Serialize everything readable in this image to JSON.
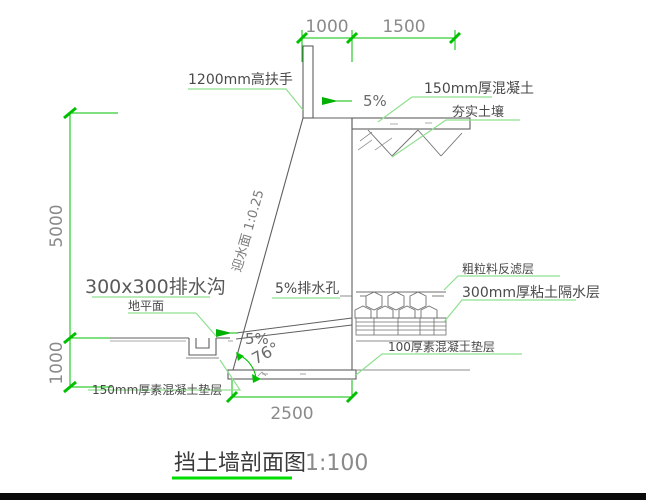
{
  "drawing": {
    "title": "挡土墙剖面图",
    "scale": "1:100",
    "dimensions": {
      "top_left_span": "1000",
      "top_right_span": "1500",
      "left_upper": "5000",
      "left_lower": "1000",
      "bottom_width": "2500"
    },
    "annotations": {
      "handrail": "1200mm高扶手",
      "top_slope": "5%",
      "concrete_top": "150mm厚混凝土",
      "compacted_soil": "夯实土壤",
      "slope_ratio": "迎水面 1:0.25",
      "drain_ditch": "300x300排水沟",
      "ground_level": "地平面",
      "weep_hole": "5%排水孔",
      "inner_slope": "5%",
      "filter_layer": "粗粒料反滤层",
      "clay_layer": "300mm厚粘土隔水层",
      "footing_cushion": "100厚素混凝土垫层",
      "ditch_cushion": "150mm厚素混凝土垫层",
      "angle": "76°"
    },
    "colors": {
      "dimension_green": "#00c000",
      "leader_green": "#7fdc7f",
      "line_gray": "#6a6a6a",
      "text_gray": "#777777",
      "text_dark": "#3a3a3a",
      "underline_green": "#00dd00",
      "footer_black": "#0a0a0a"
    }
  }
}
